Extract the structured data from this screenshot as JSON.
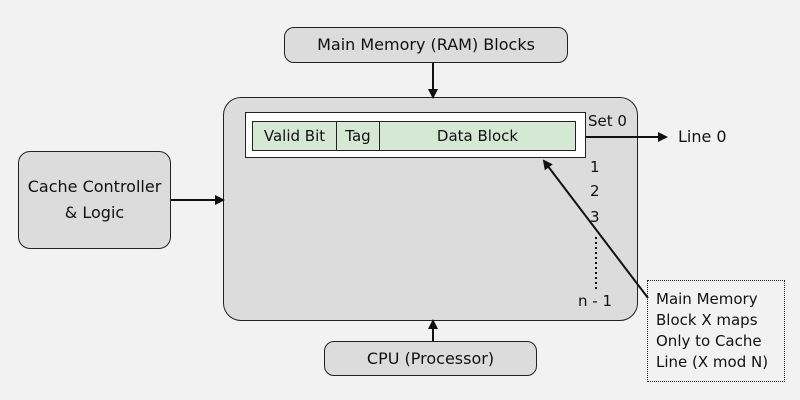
{
  "title": "Direct-Mapped Cache Organization",
  "nodes": {
    "ram": "Main Memory (RAM) Blocks",
    "cpu": "CPU (Processor)",
    "controller_line1": "Cache Controller",
    "controller_line2": "& Logic"
  },
  "cache_line": {
    "fields": [
      "Valid Bit",
      "Tag",
      "Data Block"
    ],
    "fill_color": "#d5e8d4"
  },
  "labels": {
    "set0": "Set 0",
    "line0": "Line 0",
    "indices": [
      "1",
      "2",
      "3"
    ],
    "last_index": "n - 1"
  },
  "note": {
    "lines": [
      "Main Memory",
      "Block X maps",
      "Only to Cache",
      "Line (X mod N)"
    ]
  }
}
